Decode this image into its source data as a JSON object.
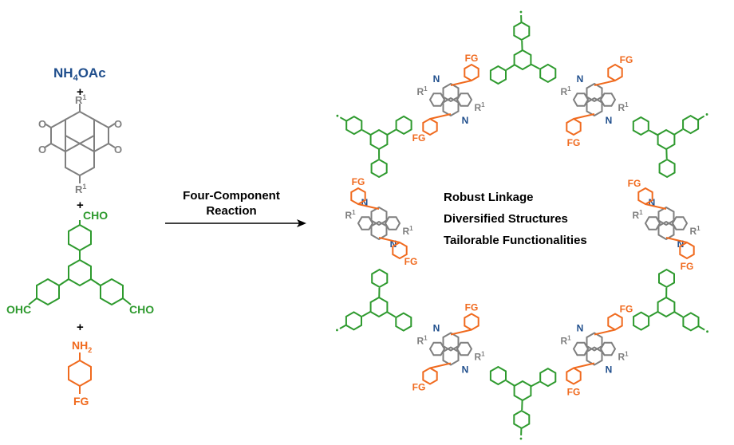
{
  "reagents": {
    "ammonium": "NH4OAc",
    "plus_sign": "+",
    "tetraone_r": "R1",
    "aldehyde": "CHO",
    "aldehyde_left": "OHC",
    "aniline_amine": "NH2",
    "aniline_fg": "FG"
  },
  "arrow": {
    "line1": "Four-Component",
    "line2": "Reaction"
  },
  "product": {
    "features": [
      "Robust Linkage",
      "Diversified Structures",
      "Tailorable Functionalities"
    ],
    "fg_label": "FG",
    "r_label": "R1",
    "n_label": "N"
  },
  "colors": {
    "ammonium": "#1f4e8c",
    "tetraone": "#7f7f7f",
    "aldehyde": "#2e9a2e",
    "amine": "#f06a1e",
    "arrow": "#000000"
  }
}
